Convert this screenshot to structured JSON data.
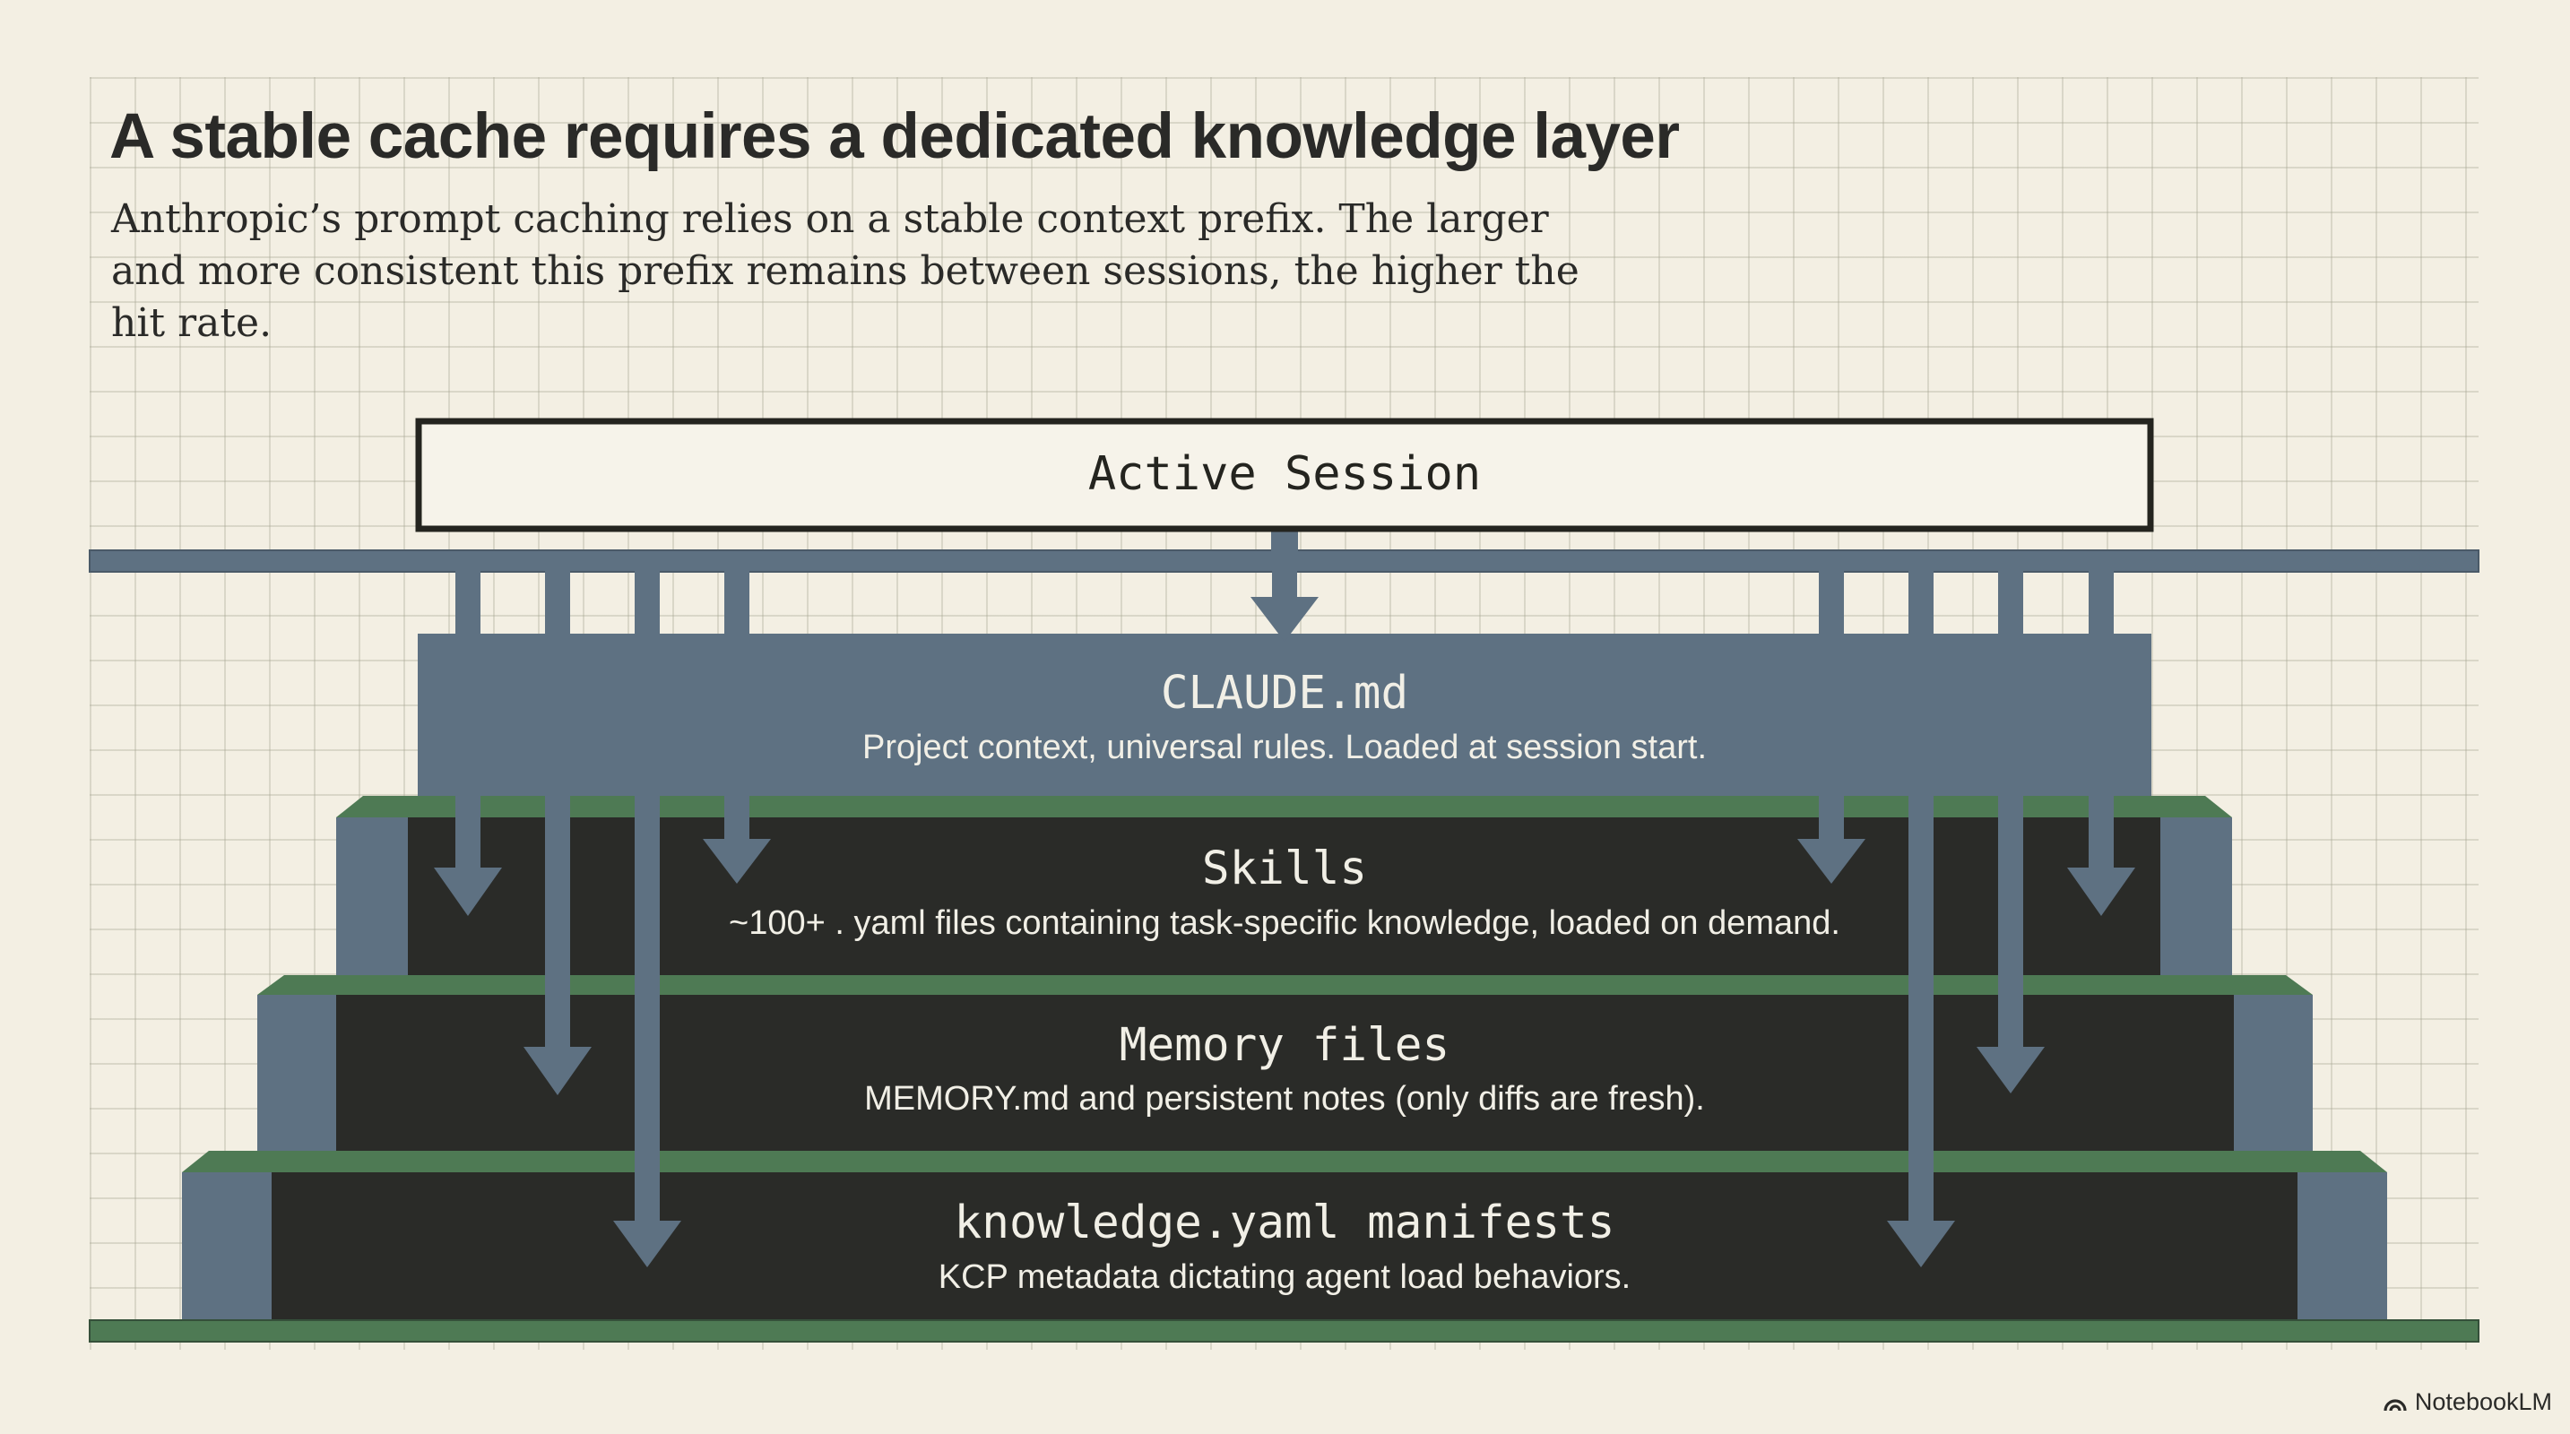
{
  "header": {
    "title": "A stable cache requires a dedicated knowledge layer",
    "subtitle": "Anthropic’s prompt caching relies on a stable context prefix. The larger and more consistent this prefix remains between sessions, the higher the hit rate."
  },
  "diagram": {
    "session_label": "Active Session",
    "layers": [
      {
        "title": "CLAUDE.md",
        "description": "Project context, universal rules. Loaded at session start."
      },
      {
        "title": "Skills",
        "description": "~100+ . yaml files containing task-specific knowledge, loaded on demand."
      },
      {
        "title": "Memory files",
        "description": "MEMORY.md and persistent notes (only diffs are fresh)."
      },
      {
        "title": "knowledge.yaml manifests",
        "description": "KCP metadata dictating agent load behaviors."
      }
    ]
  },
  "colors": {
    "background": "#f3efe3",
    "slate": "#5e7182",
    "dark_layer": "#2a2b28",
    "green_ledge": "#4e7a54",
    "text_dark": "#2a2a28",
    "text_light": "#f1efe6"
  },
  "watermark": {
    "text": "NotebookLM",
    "icon": "notebooklm-logo-icon"
  }
}
